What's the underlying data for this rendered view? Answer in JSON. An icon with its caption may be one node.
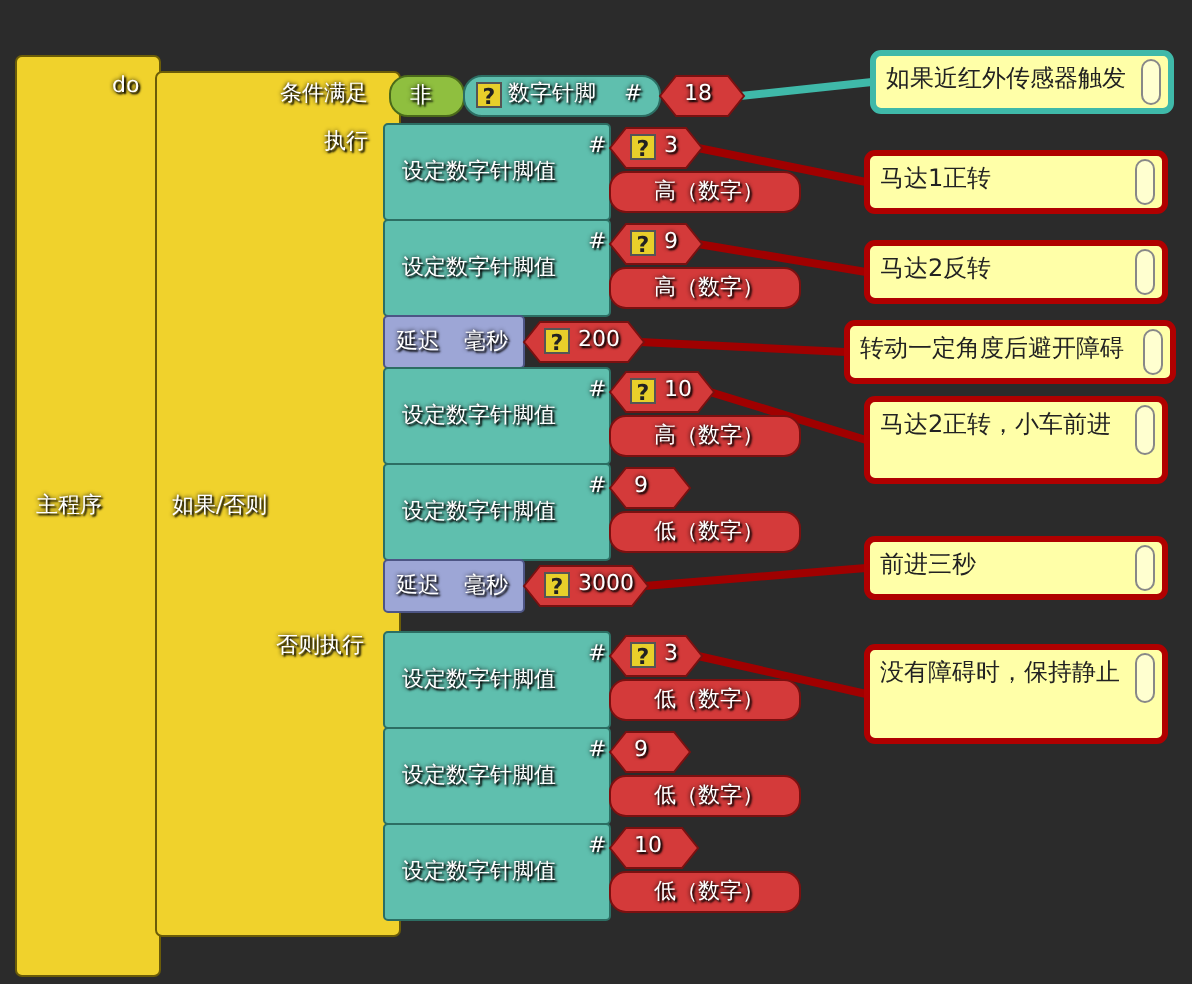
{
  "diagram": {
    "nodes": [
      {
        "text": [
          "主程序",
          "do"
        ]
      },
      {
        "text": [
          "如果/否则",
          "条件满足",
          "执行",
          "否则执行"
        ]
      },
      {
        "text": [
          "非"
        ]
      },
      {
        "text": [
          "?",
          "数字针脚",
          "#"
        ]
      },
      {
        "text": [
          "18"
        ]
      },
      {
        "text": [
          "设定数字针脚值",
          "#"
        ]
      },
      {
        "text": [
          "?",
          "3"
        ]
      },
      {
        "text": [
          "高（数字）"
        ]
      },
      {
        "text": [
          "设定数字针脚值",
          "#"
        ]
      },
      {
        "text": [
          "?",
          "9"
        ]
      },
      {
        "text": [
          "高（数字）"
        ]
      },
      {
        "text": [
          "延迟",
          "毫秒"
        ]
      },
      {
        "text": [
          "?",
          "200"
        ]
      },
      {
        "text": [
          "设定数字针脚值",
          "#"
        ]
      },
      {
        "text": [
          "?",
          "10"
        ]
      },
      {
        "text": [
          "高（数字）"
        ]
      },
      {
        "text": [
          "设定数字针脚值",
          "#"
        ]
      },
      {
        "text": [
          "9"
        ]
      },
      {
        "text": [
          "低（数字）"
        ]
      },
      {
        "text": [
          "延迟",
          "毫秒"
        ]
      },
      {
        "text": [
          "?",
          "3000"
        ]
      },
      {
        "text": [
          "设定数字针脚值",
          "#"
        ]
      },
      {
        "text": [
          "?",
          "3"
        ]
      },
      {
        "text": [
          "低（数字）"
        ]
      },
      {
        "text": [
          "设定数字针脚值",
          "#"
        ]
      },
      {
        "text": [
          "9"
        ]
      },
      {
        "text": [
          "低（数字）"
        ]
      },
      {
        "text": [
          "设定数字针脚值",
          "#"
        ]
      },
      {
        "text": [
          "10"
        ]
      },
      {
        "text": [
          "低（数字）"
        ]
      },
      {
        "text": [
          "如果近红外传感器触发"
        ]
      },
      {
        "text": [
          "马达1正转"
        ]
      },
      {
        "text": [
          "马达2反转"
        ]
      },
      {
        "text": [
          "转动一定角度后避开障碍"
        ]
      },
      {
        "text": [
          "马达2正转，小车前进"
        ]
      },
      {
        "text": [
          "前进三秒"
        ]
      },
      {
        "text": [
          "没有障碍时，保持静止"
        ]
      }
    ],
    "edges": [
      {
        "from": 4,
        "to": 30,
        "arrow": "none",
        "color": "#3fb9a9"
      },
      {
        "from": 6,
        "to": 31,
        "arrow": "none"
      },
      {
        "from": 9,
        "to": 32,
        "arrow": "none"
      },
      {
        "from": 12,
        "to": 33,
        "arrow": "none"
      },
      {
        "from": 14,
        "to": 34,
        "arrow": "none"
      },
      {
        "from": 20,
        "to": 35,
        "arrow": "none"
      },
      {
        "from": 22,
        "to": 36,
        "arrow": "none"
      }
    ]
  }
}
